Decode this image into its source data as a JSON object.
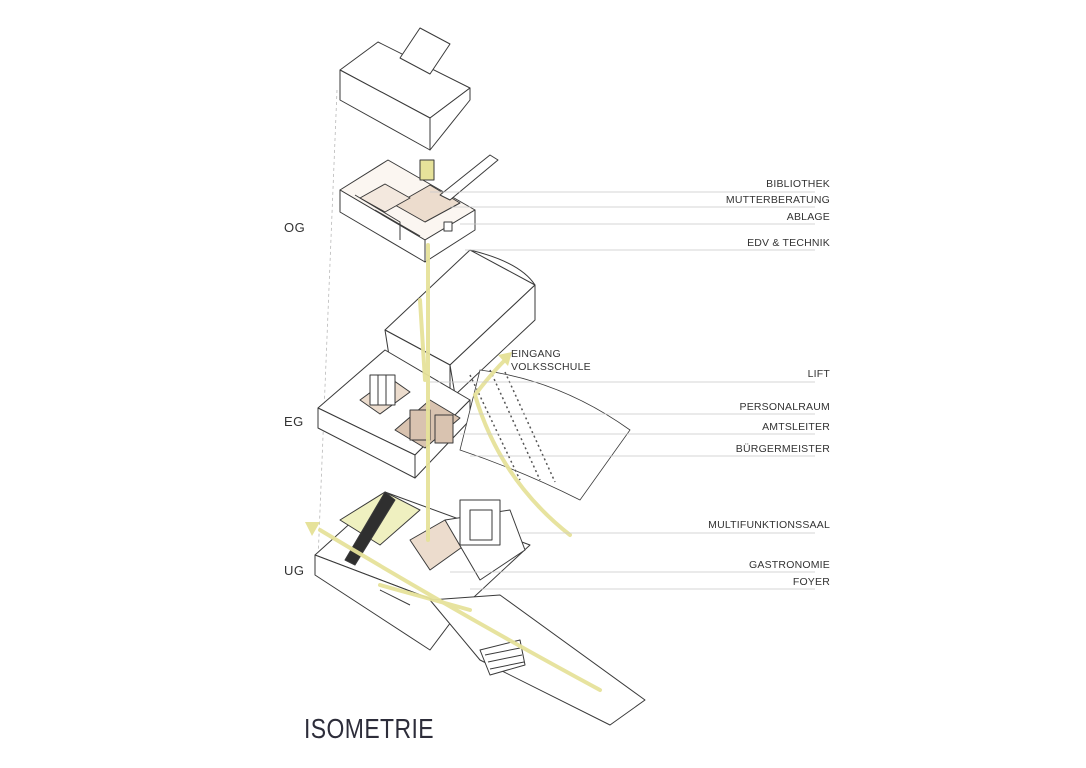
{
  "diagram": {
    "title": "ISOMETRIE",
    "levels": {
      "og": "OG",
      "eg": "EG",
      "ug": "UG"
    },
    "entrance": {
      "line1": "EINGANG",
      "line2": "VOLKSSCHULE"
    },
    "labels": {
      "bibliothek": "BIBLIOTHEK",
      "mutterberatung": "MUTTERBERATUNG",
      "ablage": "ABLAGE",
      "edv_technik": "EDV & TECHNIK",
      "lift": "LIFT",
      "personalraum": "PERSONALRAUM",
      "amtsleiter": "AMTSLEITER",
      "buergermeister": "BÜRGERMEISTER",
      "multifunktionssaal": "MULTIFUNKTIONSSAAL",
      "gastronomie": "GASTRONOMIE",
      "foyer": "FOYER"
    },
    "colors": {
      "line": "#3a3a3a",
      "leader": "#c8c8c8",
      "path": "#e6e29a",
      "room": "#d9c3b0",
      "room_light": "#ecdccd"
    }
  }
}
